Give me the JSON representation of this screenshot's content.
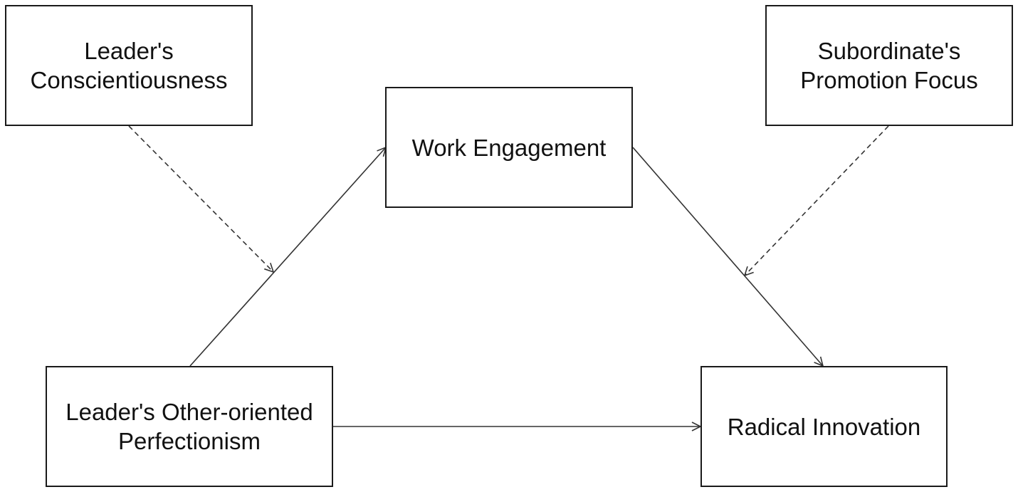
{
  "diagram": {
    "nodes": {
      "leaders_conscientiousness": {
        "lines": [
          "Leader's",
          "Conscientiousness"
        ]
      },
      "subordinates_promotion_focus": {
        "lines": [
          "Subordinate's",
          "Promotion Focus"
        ]
      },
      "work_engagement": {
        "lines": [
          "Work Engagement"
        ]
      },
      "leaders_other_oriented_perfectionism": {
        "lines": [
          "Leader's Other-oriented",
          "Perfectionism"
        ]
      },
      "radical_innovation": {
        "lines": [
          "Radical Innovation"
        ]
      }
    },
    "edges": [
      {
        "from": "leaders_other_oriented_perfectionism",
        "to": "work_engagement",
        "style": "solid"
      },
      {
        "from": "work_engagement",
        "to": "radical_innovation",
        "style": "solid"
      },
      {
        "from": "leaders_other_oriented_perfectionism",
        "to": "radical_innovation",
        "style": "solid"
      },
      {
        "from": "leaders_conscientiousness",
        "to": "path:leaders_other_oriented_perfectionism->work_engagement",
        "style": "dashed"
      },
      {
        "from": "subordinates_promotion_focus",
        "to": "path:work_engagement->radical_innovation",
        "style": "dashed"
      }
    ],
    "colors": {
      "line": "#333333",
      "border": "#1a1a1a",
      "text": "#111111",
      "background": "#ffffff"
    }
  }
}
